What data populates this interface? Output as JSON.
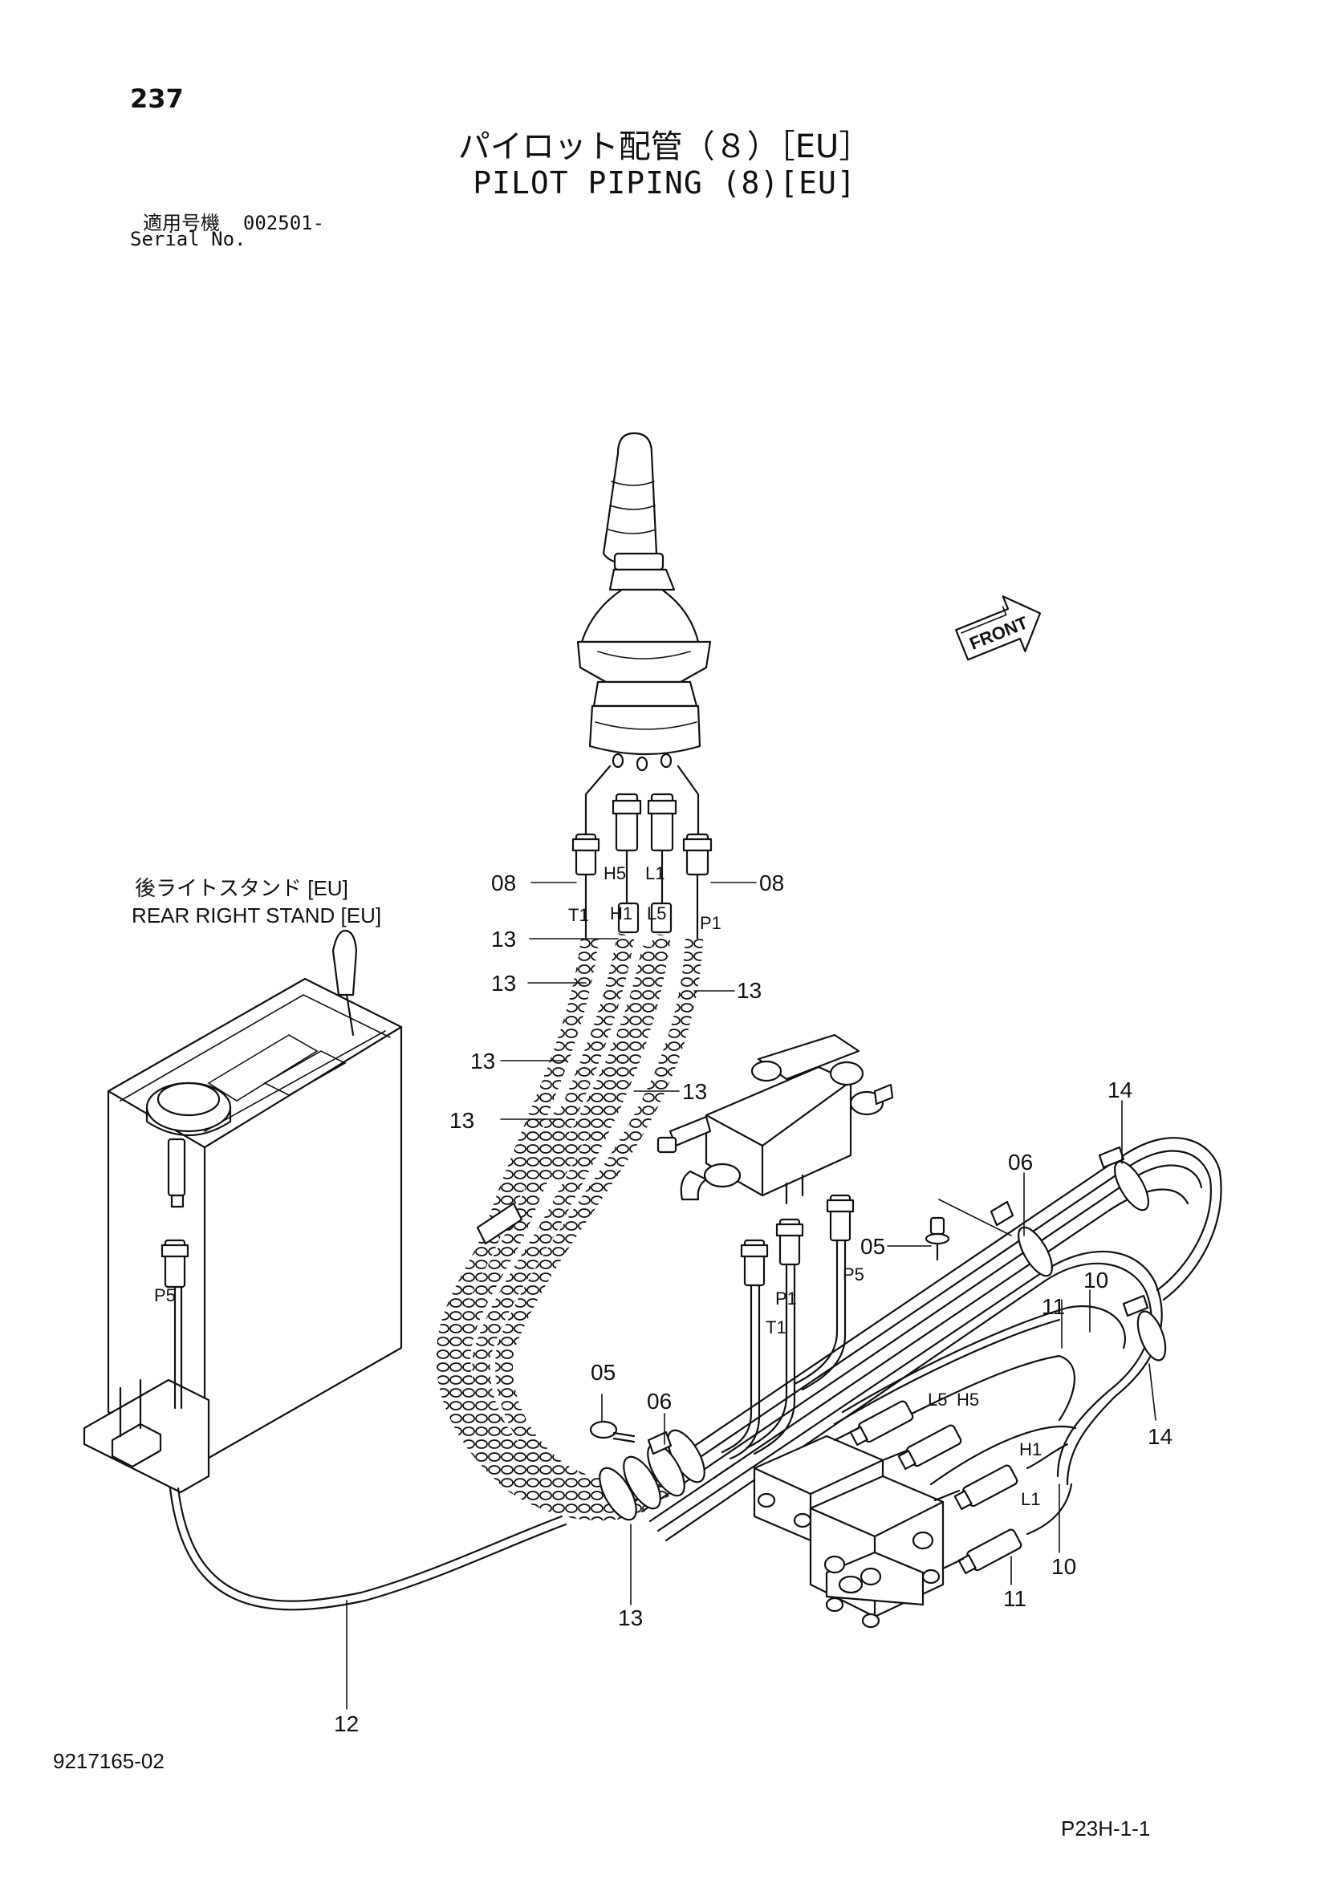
{
  "page": {
    "number": "237",
    "doc_number": "9217165-02",
    "page_code": "P23H-1-1"
  },
  "title": {
    "jp": "パイロット配管（８）［EU］",
    "en": "PILOT PIPING (8)[EU]"
  },
  "serial": {
    "jp_label": "適用号機",
    "range": "002501-",
    "en_label": "Serial No."
  },
  "callouts": {
    "rear_stand_jp": "後ライトスタンド [EU]",
    "rear_stand_en": "REAR RIGHT STAND [EU]",
    "front_label": "FRONT"
  },
  "part_numbers": [
    "05",
    "06",
    "08",
    "10",
    "11",
    "12",
    "13",
    "14"
  ],
  "port_labels": [
    "T1",
    "H5",
    "L1",
    "P1",
    "H1",
    "L5",
    "P5"
  ]
}
